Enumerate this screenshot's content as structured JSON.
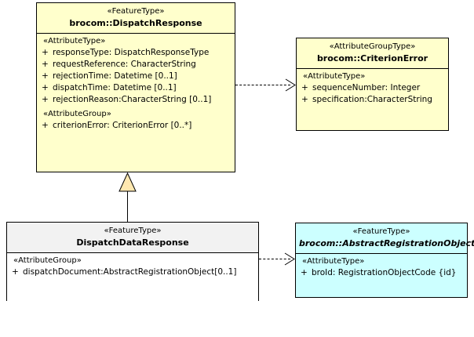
{
  "diagram": {
    "classes": [
      {
        "id": "dispatch-response",
        "stereotype": "«FeatureType»",
        "name": "brocom::DispatchResponse",
        "compartment_label": "«AttributeType»",
        "attributes": [
          {
            "vis": "+",
            "text": "responseType: DispatchResponseType"
          },
          {
            "vis": "+",
            "text": "requestReference: CharacterString"
          },
          {
            "vis": "+",
            "text": "rejectionTime: Datetime [0..1]"
          },
          {
            "vis": "+",
            "text": "dispatchTime: Datetime [0..1]"
          },
          {
            "vis": "+",
            "text": "rejectionReason:CharacterString [0..1]"
          }
        ],
        "group_label": "«AttributeGroup»",
        "group_attributes": [
          {
            "vis": "+",
            "text": "criterionError: CriterionError [0..*]"
          }
        ]
      },
      {
        "id": "criterion-error",
        "stereotype": "«AttributeGroupType»",
        "name": "brocom::CriterionError",
        "compartment_label": "«AttributeType»",
        "attributes": [
          {
            "vis": "+",
            "text": "sequenceNumber: Integer"
          },
          {
            "vis": "+",
            "text": "specification:CharacterString"
          }
        ]
      },
      {
        "id": "dispatch-data-response",
        "stereotype": "«FeatureType»",
        "name": "DispatchDataResponse",
        "group_label": "«AttributeGroup»",
        "group_attributes": [
          {
            "vis": "+",
            "text": "dispatchDocument:AbstractRegistrationObject[0..1]"
          }
        ]
      },
      {
        "id": "abstract-registration-object",
        "stereotype": "«FeatureType»",
        "name": "brocom::AbstractRegistrationObject",
        "compartment_label": "«AttributeType»",
        "attributes": [
          {
            "vis": "+",
            "text": "broId: RegistrationObjectCode {id}"
          }
        ]
      }
    ],
    "colors": {
      "yellow_fill": "#ffffcc",
      "grey_fill": "#f2f2f2",
      "cyan_fill": "#ccffff",
      "line": "#000000",
      "triangle_fill": "#ffe8b0"
    }
  }
}
